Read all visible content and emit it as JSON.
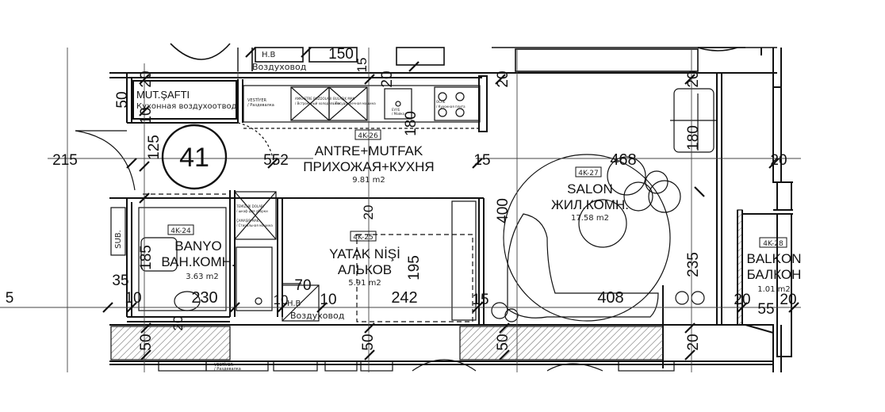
{
  "unit_number": "41",
  "rooms": {
    "entry": {
      "code": "4K-26",
      "name_tr": "ANTRE+MUTFAK",
      "name_ru": "ПРИХОЖАЯ+КУХНЯ",
      "area": "9.81 m2"
    },
    "living": {
      "code": "4K-27",
      "name_tr": "SALON",
      "name_ru": "ЖИЛ.КОМН.",
      "area": "17.58 m2"
    },
    "bath": {
      "code": "4K-24",
      "name_tr": "BANYO",
      "name_ru": "ВАН.КОМН.",
      "area": "3.63 m2"
    },
    "alcove": {
      "code": "4K-25",
      "name_tr": "YATAK NİŞİ",
      "name_ru": "АЛЬКОВ",
      "area": "5.91 m2"
    },
    "balcony": {
      "code": "4K-28",
      "name_tr": "BALKON",
      "name_ru": "БАЛКОН",
      "area": "1.01 m2"
    }
  },
  "labels": {
    "shaft_tr": "MUT.ŞAFTI",
    "shaft_ru": "Кухонная воздухоотвод",
    "vent_top": "Воздуховод",
    "vent_top_code": "H.B",
    "vent_mid": "Воздуховод",
    "vent_mid_code": "H.B",
    "sub": "SUB.",
    "vestiyer": "VESTİYER",
    "vestiyer_ru": "/ Раздевалка",
    "vestiyer2": "VESTİYER",
    "vestiyer2_ru": "/ Раздевалка",
    "app1": "AMKASTRE BUZDOLABI",
    "app1_ru": "/ Встроенный холодильник",
    "app2": "BULAŞIK MAK.",
    "app2_ru": "/ Посудомоечная машина",
    "app3": "OCAK",
    "app3_ru": "/ Кухонная плита",
    "sink": "EVYE",
    "sink_ru": "/ Мойка",
    "wm1": "TEMİZLİK DOLABI",
    "wm1_ru": "/ шкаф для уборки",
    "wm2": "ÇAMAŞIR MAK.",
    "wm2_ru": "/ Стиральная машина"
  },
  "dimensions": [
    "20",
    "50",
    "10",
    "125",
    "215",
    "552",
    "15",
    "20",
    "180",
    "20",
    "180",
    "20",
    "468",
    "20",
    "400",
    "20",
    "185",
    "35",
    "5",
    "10",
    "230",
    "70",
    "10",
    "10",
    "242",
    "195",
    "15",
    "408",
    "235",
    "20",
    "55",
    "20",
    "20",
    "50",
    "50",
    "50",
    "20",
    "150",
    "15"
  ],
  "colors": {
    "line": "#111111",
    "hatch": "#6f6f6f",
    "thin": "#555555"
  }
}
